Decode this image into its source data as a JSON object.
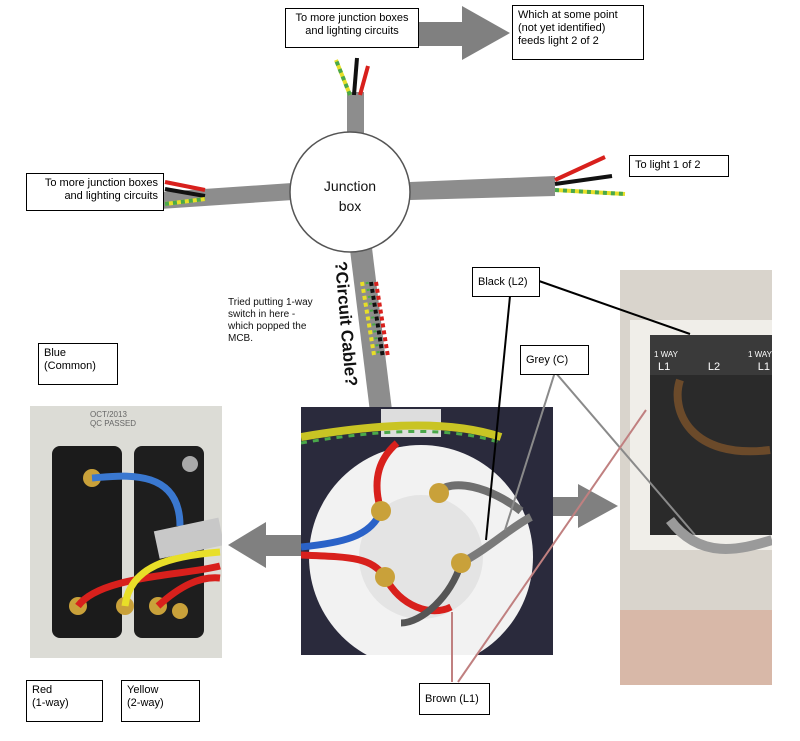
{
  "junction_box": {
    "line1": "Junction",
    "line2": "box"
  },
  "labels": {
    "top_left_line1": "To more junction boxes",
    "top_left_line2": "and lighting circuits",
    "top_right_line1": "Which at some point",
    "top_right_line2": "(not yet identified)",
    "top_right_line3": "feeds light 2 of 2",
    "left_line1": "To more junction boxes",
    "left_line2": "and lighting circuits",
    "right": "To light 1 of 2",
    "black_l2": "Black (L2)",
    "grey_c": "Grey (C)",
    "brown_l1": "Brown (L1)",
    "blue_line1": "Blue",
    "blue_line2": "(Common)",
    "red_line1": "Red",
    "red_line2": "(1-way)",
    "yellow_line1": "Yellow",
    "yellow_line2": "(2-way)"
  },
  "note": {
    "line1": "Tried putting 1-way",
    "line2": "switch in here -",
    "line3": "which popped the",
    "line4": "MCB."
  },
  "circuit_cable": "?Circuit Cable?",
  "switch_photo": {
    "stamp_line1": "OCT/2013",
    "stamp_line2": "QC PASSED"
  },
  "light_photo": {
    "terminals": [
      "1 WAY",
      "L1",
      "L2",
      "1 WAY",
      "L1"
    ]
  },
  "colors": {
    "arrow": "#808080",
    "red": "#d8201c",
    "black": "#111111",
    "yellow": "#e8df28",
    "green": "#4aa84a",
    "blue": "#2a62c8",
    "brown": "#6b4a2a",
    "grey": "#8a8a8a",
    "leader_pink": "#c08080"
  }
}
